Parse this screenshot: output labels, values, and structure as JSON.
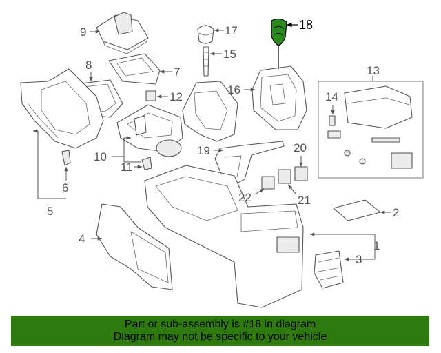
{
  "diagram": {
    "highlight_color": "#2b8a1e",
    "callouts": {
      "c1": "1",
      "c2": "2",
      "c3": "3",
      "c4": "4",
      "c5": "5",
      "c6": "6",
      "c7": "7",
      "c8": "8",
      "c9": "9",
      "c10": "10",
      "c11": "11",
      "c12": "12",
      "c13": "13",
      "c14": "14",
      "c15": "15",
      "c16": "16",
      "c17": "17",
      "c18": "18",
      "c19": "19",
      "c20": "20",
      "c21": "21",
      "c22": "22"
    }
  },
  "banner": {
    "background": "#2e7a0e",
    "line1": "Part or sub-assembly is #18 in diagram",
    "line2": "Diagram may not be specific to your vehicle"
  }
}
